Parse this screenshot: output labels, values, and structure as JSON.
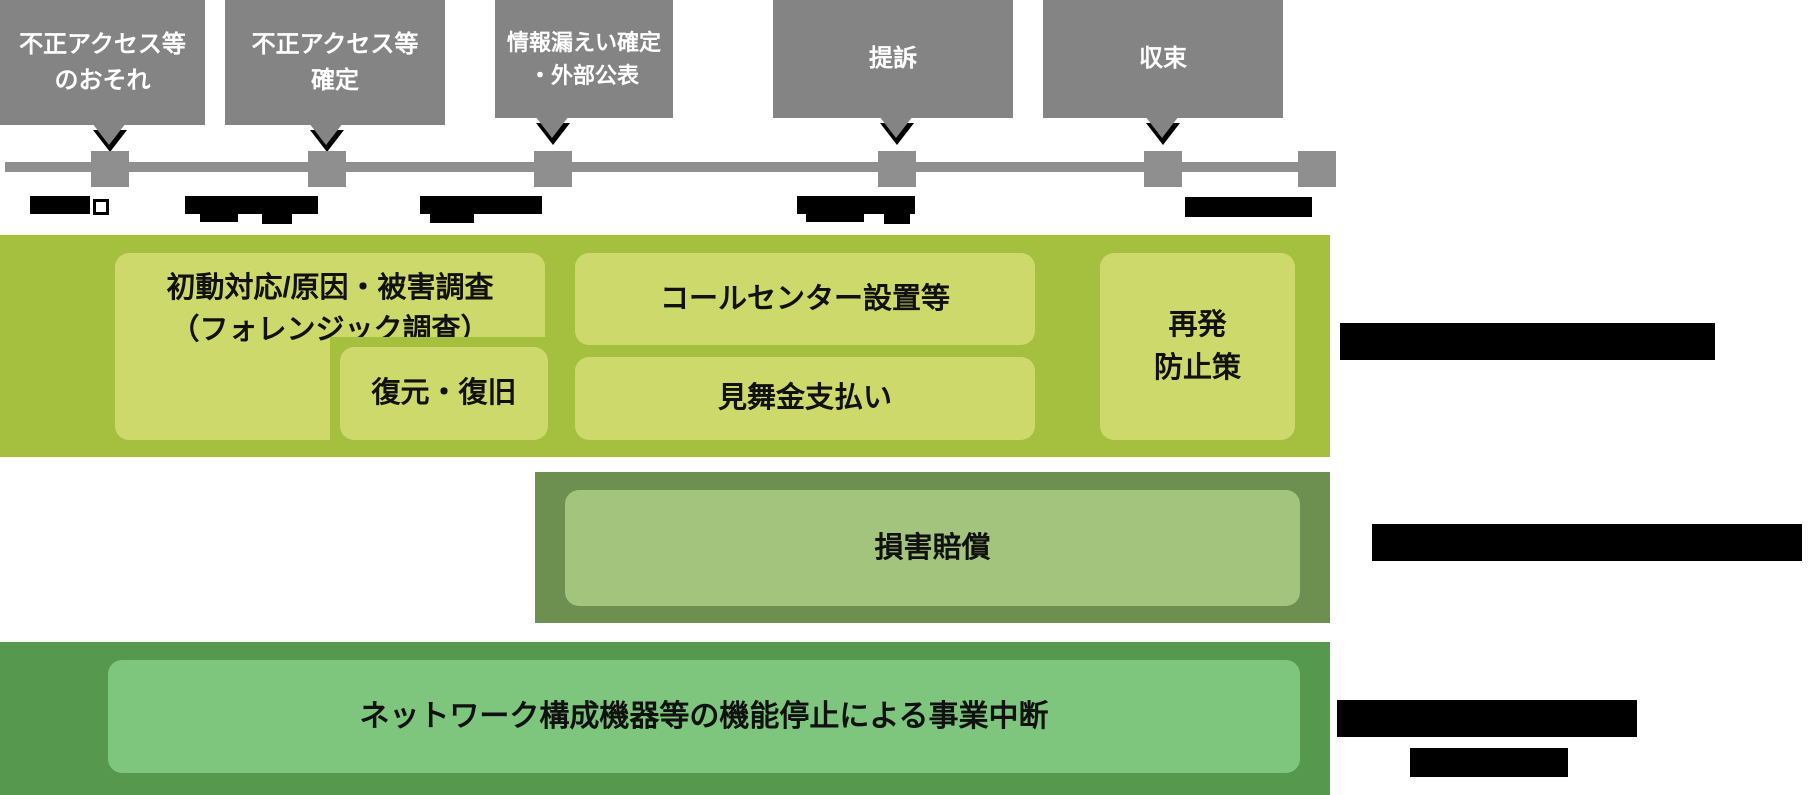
{
  "callouts": [
    {
      "text": "不正アクセス等\nのおそれ"
    },
    {
      "text": "不正アクセス等\n確定"
    },
    {
      "text": "情報漏えい確定\n・外部公表"
    },
    {
      "text": "提訴"
    },
    {
      "text": "収束"
    }
  ],
  "timeline": {
    "phase_labels": [
      {
        "redacted": true,
        "visible_text": ""
      },
      {
        "redacted": true,
        "visible_text": ""
      },
      {
        "redacted": true,
        "visible_text": ""
      },
      {
        "redacted": true,
        "visible_text": ""
      },
      {
        "redacted": true,
        "visible_text": ""
      }
    ]
  },
  "rows": [
    {
      "name": "incident-response",
      "boxes": {
        "boxA": "初動対応/原因・被害調査\n（フォレンジック調査）",
        "restore": "復元・復旧",
        "callcenter": "コールセンター設置等",
        "mimaikin": "見舞金支払い",
        "saihatsu": "再発\n防止策"
      },
      "right_label": {
        "redacted": true,
        "visible_text": ""
      }
    },
    {
      "name": "liability",
      "boxes": {
        "main": "損害賠償"
      },
      "right_label": {
        "redacted": true,
        "visible_text": ""
      }
    },
    {
      "name": "business-interruption",
      "boxes": {
        "main": "ネットワーク構成機器等の機能停止による事業中断"
      },
      "right_label": {
        "redacted": true,
        "visible_text": "",
        "lines": 2
      }
    }
  ],
  "colors": {
    "callout_gray": "#848484",
    "timeline_gray": "#8f8f8f",
    "row1_band": "#a5bf3e",
    "row1_box": "#ced96b",
    "row2_band": "#6d9050",
    "row2_box": "#a3c47c",
    "row3_band": "#57984f",
    "row3_box": "#7ec57d",
    "redaction": "#000000",
    "text": "#111111"
  }
}
